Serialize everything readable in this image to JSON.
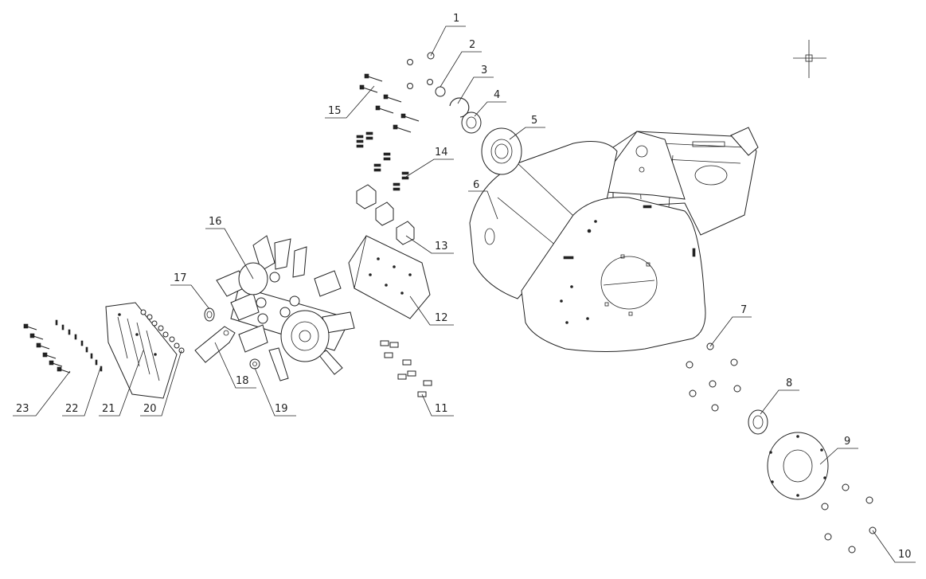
{
  "diagram": {
    "parts": [
      {
        "number": "1"
      },
      {
        "number": "2"
      },
      {
        "number": "3"
      },
      {
        "number": "4"
      },
      {
        "number": "5"
      },
      {
        "number": "6"
      },
      {
        "number": "7"
      },
      {
        "number": "8"
      },
      {
        "number": "9"
      },
      {
        "number": "10"
      },
      {
        "number": "11"
      },
      {
        "number": "12"
      },
      {
        "number": "13"
      },
      {
        "number": "14"
      },
      {
        "number": "15"
      },
      {
        "number": "16"
      },
      {
        "number": "17"
      },
      {
        "number": "18"
      },
      {
        "number": "19"
      },
      {
        "number": "20"
      },
      {
        "number": "21"
      },
      {
        "number": "22"
      },
      {
        "number": "23"
      }
    ]
  }
}
